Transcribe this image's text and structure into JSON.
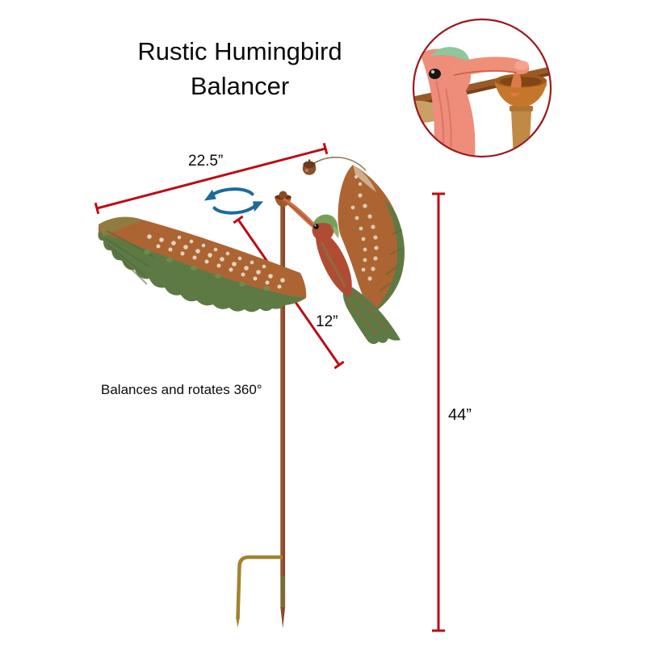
{
  "title": {
    "line1": "Rustic Humingbird",
    "line2": "Balancer"
  },
  "dimensions": {
    "width_label": "22.5”",
    "beak_label": "12”",
    "height_label": "44”"
  },
  "caption": "Balances and rotates 360°",
  "icons": {
    "rotation_icon": "circular-rotation-arrows",
    "inset_icon": "beak-in-feeder-closeup"
  },
  "colors": {
    "background": "#ffffff",
    "title_text": "#0a0a0a",
    "dimension_line": "#bb0d15",
    "inset_border": "#9b1a1d",
    "rotation_arrows": "#1d6a9b",
    "rust_metal": "#ad6433",
    "patina_green": "#5d7a45",
    "body_red": "#b04c34",
    "pole_brown": "#8a4a2c",
    "brass_foot": "#a3832e"
  }
}
